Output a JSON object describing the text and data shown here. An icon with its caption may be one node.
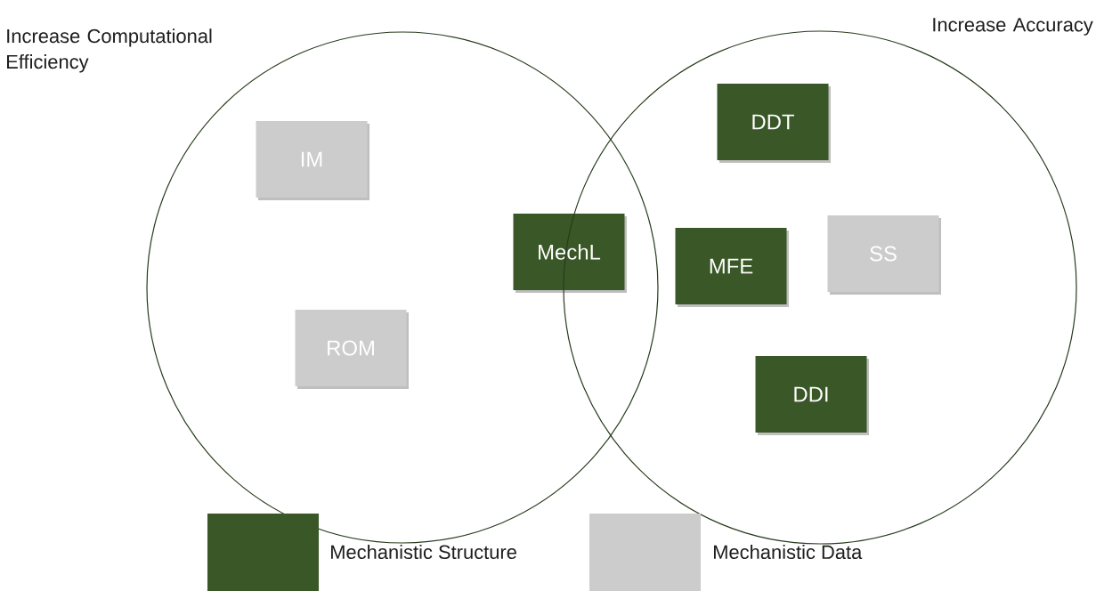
{
  "diagram": {
    "nodes": [
      {
        "text": [
          "Increase Computational Efficiency"
        ]
      },
      {
        "text": [
          "IM"
        ],
        "in": 0
      },
      {
        "text": [
          "ROM"
        ],
        "in": 0
      },
      {
        "text": [
          "MechL"
        ],
        "in": 0
      },
      {
        "text": [
          "Increase Accuracy"
        ]
      },
      {
        "text": [
          "DDT"
        ],
        "in": 4
      },
      {
        "text": [
          "MFE"
        ],
        "in": 4
      },
      {
        "text": [
          "SS"
        ],
        "in": 4
      },
      {
        "text": [
          "DDI"
        ],
        "in": 4
      }
    ],
    "legend": [
      {
        "text": "Mechanistic Structure",
        "color": "#3a5727"
      },
      {
        "text": "Mechanistic Data",
        "color": "#cccccc"
      }
    ]
  }
}
